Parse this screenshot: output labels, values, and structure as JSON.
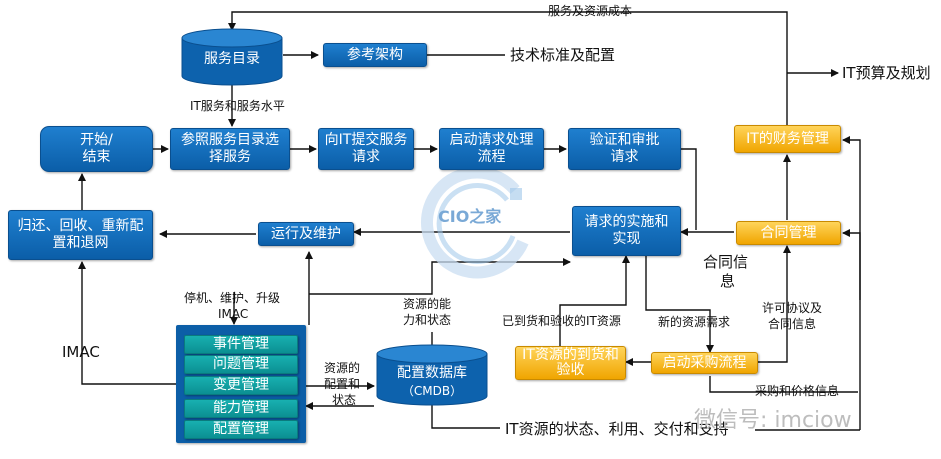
{
  "boxes": {
    "service_catalog": "服务目录",
    "reference_arch": "参考架构",
    "start_end_l1": "开始/",
    "start_end_l2": "结束",
    "select_service_l1": "参照服务目录选",
    "select_service_l2": "择服务",
    "submit_request_l1": "向IT提交服务",
    "submit_request_l2": "请求",
    "start_process_l1": "启动请求处理",
    "start_process_l2": "流程",
    "verify_approve_l1": "验证和审批",
    "verify_approve_l2": "请求",
    "finance_mgmt": "IT的财务管理",
    "return_l1": "归还、回收、重新配",
    "return_l2": "置和退网",
    "operations": "运行及维护",
    "implement_l1": "请求的实施和",
    "implement_l2": "实现",
    "contract_mgmt": "合同管理",
    "cmdb_l1": "配置数据库",
    "cmdb_l2": "（CMDB）",
    "delivery_l1": "IT资源的到货和",
    "delivery_l2": "验收",
    "procurement": "启动采购流程"
  },
  "panel_items": [
    "事件管理",
    "问题管理",
    "变更管理",
    "能力管理",
    "配置管理"
  ],
  "labels": {
    "service_cost": "服务及资源成本",
    "tech_standard": "技术标准及配置",
    "it_budget": "IT预算及规划",
    "service_level": "IT服务和服务水平",
    "contract_info_l1": "合同信",
    "contract_info_l2": "息",
    "shutdown_l1": "停机、维护、升级",
    "shutdown_l2": "IMAC",
    "imac": "IMAC",
    "capacity_l1": "资源的能",
    "capacity_l2": "力和状态",
    "received_resources": "已到货和验收的IT资源",
    "new_demand": "新的资源需求",
    "license_l1": "许可协议及",
    "license_l2": "合同信息",
    "config_status_l1": "资源的",
    "config_status_l2": "配置和",
    "config_status_l3": "状态",
    "purchase_price": "采购和价格信息",
    "resource_status": "IT资源的状态、利用、交付和支持"
  },
  "watermark": {
    "logo_text": "CIO之家",
    "wechat": "微信号: imciow"
  }
}
